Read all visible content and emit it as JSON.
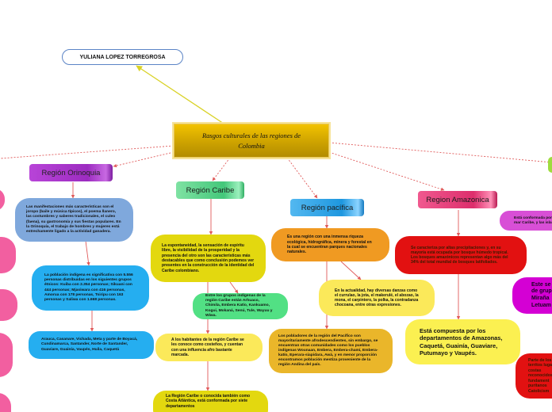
{
  "author": "YULIANA LOPEZ TORREGROSA",
  "central": "Rasgos culturales de las regiones de Colombia",
  "regions": {
    "orinoquia": {
      "title": "Región Orinoquia",
      "texts": [
        "Las manifestaciones más características son el joropo (baile y música típicos), el poema llanero, las costumbres y saberes tradicionales, el culeo (faena), su gastronomía y sus fiestas populares. En la Orinoquía, el trabajo de hombres y mujeres está estrechamente ligado a la actividad ganadera.",
        "La población indígena es significativa con 5.556 personas distribuidas en los siguientes grupos étnicos: Kuiba con 2.354 personas; Sikuani con 444 personas; Mjasiwara con 416 personas, Amorua con 178 personas, Tsiripu con 163 personas y Saliwa con 1.668 personas.",
        "Arauca, Casanare, Vichada, Meta y parte de Boyacá, Cundinamarca, Santander, Norte de Santander, Guaviare, Guainía, Vaupés, Huila, Caquetá"
      ]
    },
    "caribe": {
      "title": "Región Caribe",
      "texts": [
        "La espontaneidad, la sensación de espíritu libre, la visibilidad de la prosperidad y la presencia del otro son las características más destacables que como conclusión podemos ver presentes en la construcción de la identidad del Caribe colombiano.",
        "Entre los grupos indígenas de la región Caribe están Arhuaco, Chimila, Embera Katío, Kankuamo, Kogui, Mokaná, Senú, Tule, Wayuu y Wiwa.",
        "A los habitantes de la región Caribe se les conoce como costeños, y cuentan con una influencia afro bastante marcada.",
        "La Región Caribe o conocida también como Costa Atlántica, está conformada por siete departamentos"
      ]
    },
    "pacifica": {
      "title": "Región pacífica",
      "texts": [
        "Es una región con una inmensa riqueza ecológica, hidrográfica, minera y forestal en la cual se encuentran parques nacionales naturales.",
        "En la actualidad, hay diversas danzas como el currulao, la jota, el makerulé, el abozao, la mona, el carpintero, la polka, la contradanza chocoana, entre otras expresiones.",
        "Los pobladores de la región del Pacífico son mayoritariamente afrodescendientes, sin embargo, se encuentran otras comunidades como los pueblos indígenas Wounaan, Embera, Embera-chamí, Embera-katío, Eperara-siapidara, Awá, y en menor proporción encontramos población mestiza proveniente de la región Andina del país."
      ]
    },
    "amazonica": {
      "title": "Region Amazonica",
      "texts": [
        "Se caracteriza por altas precipitaciones y, en su mayoría está ocupada por bosque húmedo tropical. Los bosques amazónicos representan algo más del 34% del total mundial de bosques latifoliados.",
        "Está compuesta por los departamentos de Amazonas, Caquetá, Guainía, Guaviare, Putumayo y Vaupés."
      ]
    },
    "insular": {
      "texts": [
        "Está conformada por el mar Caribe, y las islas",
        "Este se de grup Miraña Letuam",
        "Parte de los territos lugares los costas reconocidos fundament puritanos Catolicism"
      ]
    }
  }
}
